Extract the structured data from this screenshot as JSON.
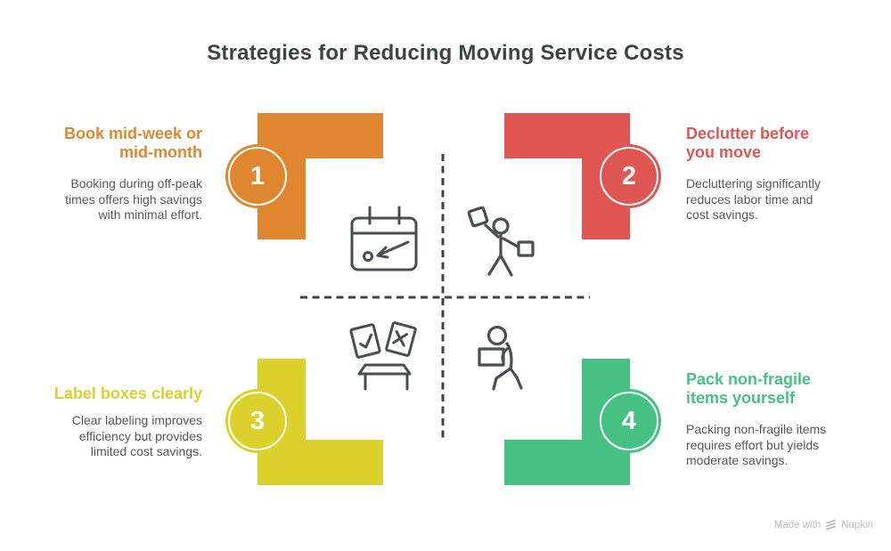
{
  "title": "Strategies for Reducing Moving Service Costs",
  "strategies": [
    {
      "number": "1",
      "title": "Book mid-week or\nmid-month",
      "description": "Booking during off-peak\ntimes offers high savings\nwith minimal effort.",
      "color": "#E0862F",
      "icon": "calendar-date-arrow-icon"
    },
    {
      "number": "2",
      "title": "Declutter before\nyou move",
      "description": "Decluttering significantly\nreduces labor time and\ncost savings.",
      "color": "#E05653",
      "icon": "person-sorting-boxes-icon"
    },
    {
      "number": "3",
      "title": "Label boxes clearly",
      "description": "Clear labeling improves\nefficiency but provides\nlimited cost savings.",
      "color": "#DCD02B",
      "icon": "labels-check-cross-box-icon"
    },
    {
      "number": "4",
      "title": "Pack non-fragile\nitems yourself",
      "description": "Packing non-fragile items\nrequires effort but yields\nmoderate savings.",
      "color": "#44C183",
      "icon": "person-carrying-box-icon"
    }
  ],
  "footer": {
    "made_with": "Made with",
    "brand": "Napkin"
  },
  "colors": {
    "background": "#FFFFFF",
    "heading": "#3F4346",
    "body_text": "#55585C",
    "icon_stroke": "#4A4E52",
    "divider": "#3F4346",
    "footer_text": "#B9BDC2"
  }
}
